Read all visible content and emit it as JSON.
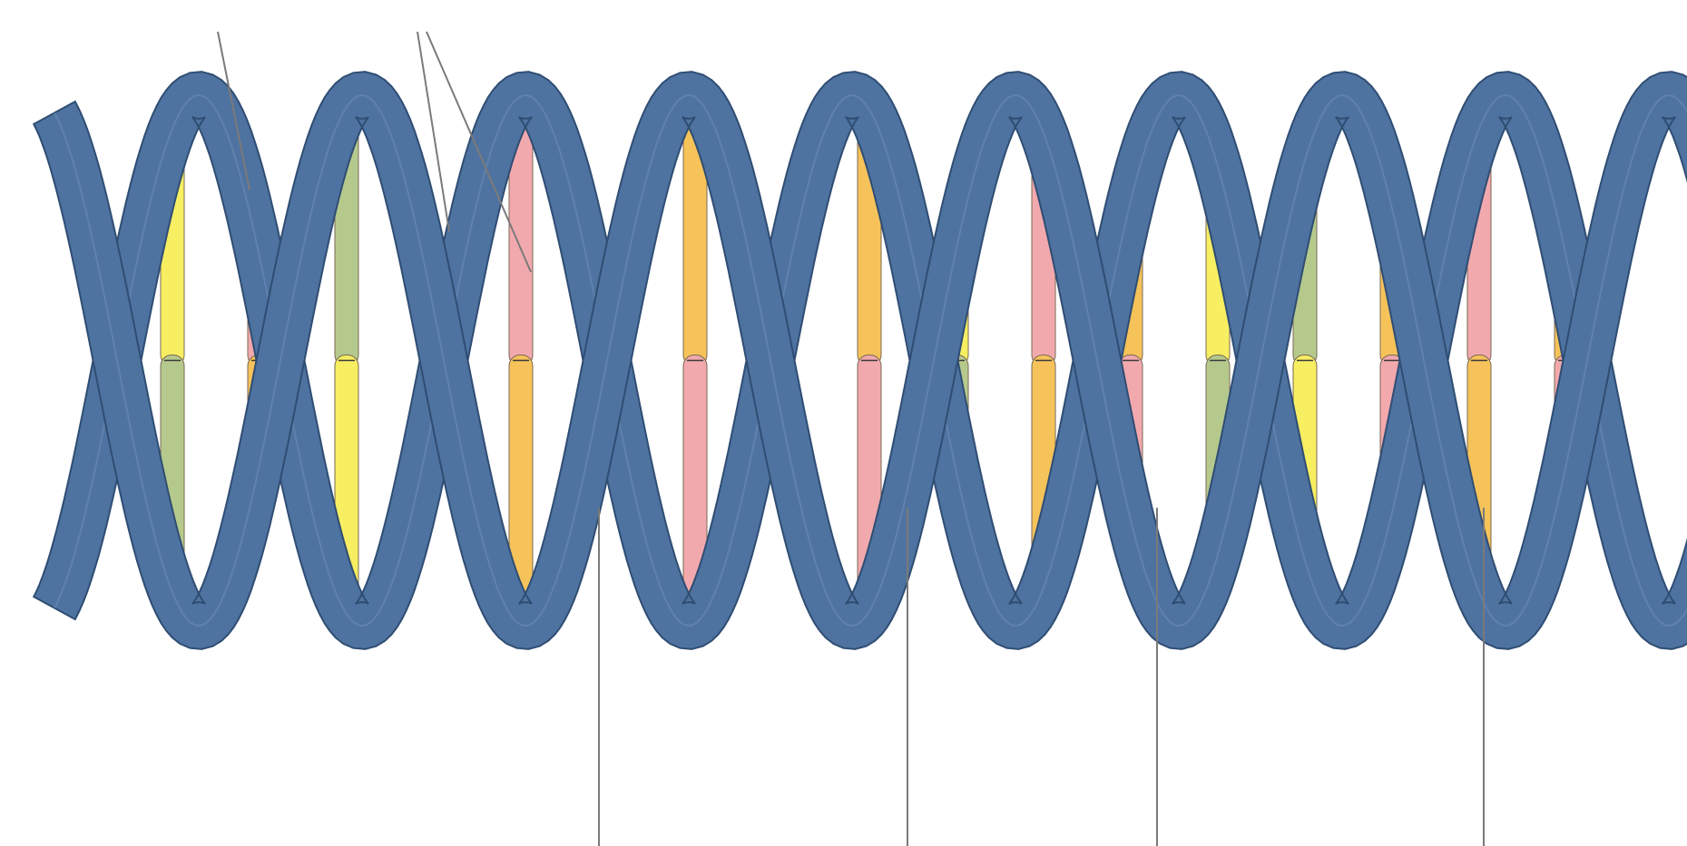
{
  "diagram": {
    "subject": "dna-double-helix",
    "colors": {
      "backbone": "#4f73a0",
      "backbone_stroke": "#2f4d73",
      "backbone_edge": "#6b8bb5",
      "leader_line": "#7a7a7a",
      "base_outline": "#7a6a55"
    },
    "turns": 5,
    "base_pairs": [
      {
        "pair": [
          "yellow",
          "green"
        ]
      },
      {
        "pair": [
          "pink",
          "orange"
        ]
      },
      {
        "pair": [
          "green",
          "yellow"
        ]
      },
      {
        "pair": [
          "orange",
          "pink"
        ]
      },
      {
        "pair": [
          "pink",
          "orange"
        ]
      },
      {
        "pair": [
          "yellow",
          "green"
        ]
      },
      {
        "pair": [
          "orange",
          "pink"
        ]
      },
      {
        "pair": [
          "green",
          "yellow"
        ]
      },
      {
        "pair": [
          "orange",
          "pink"
        ]
      },
      {
        "pair": [
          "yellow",
          "green"
        ]
      },
      {
        "pair": [
          "pink",
          "orange"
        ]
      },
      {
        "pair": [
          "orange",
          "pink"
        ]
      },
      {
        "pair": [
          "yellow",
          "green"
        ]
      },
      {
        "pair": [
          "green",
          "yellow"
        ]
      },
      {
        "pair": [
          "orange",
          "pink"
        ]
      },
      {
        "pair": [
          "pink",
          "orange"
        ]
      },
      {
        "pair": [
          "orange",
          "pink"
        ]
      }
    ],
    "base_colors": {
      "yellow": "#f7ee62",
      "green": "#b6c98d",
      "pink": "#f2a9ad",
      "orange": "#f6c35a"
    },
    "leader_lines_count": 7
  }
}
